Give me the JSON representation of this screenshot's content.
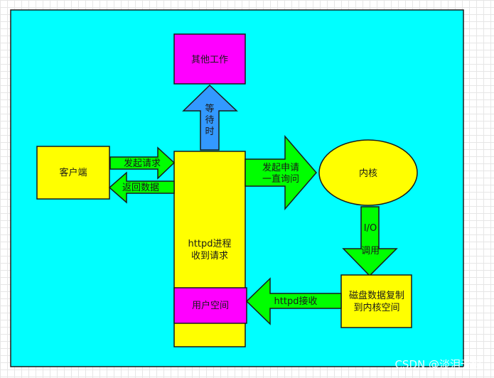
{
  "nodes": {
    "other_work": "其他工作",
    "wait": [
      "等",
      "待",
      "时"
    ],
    "client": "客户端",
    "send_request": "发起请求",
    "return_data": "返回数据",
    "httpd_line1": "httpd进程",
    "httpd_line2": "收到请求",
    "user_space": "用户空间",
    "apply_line1": "发起申请",
    "apply_line2": "一直询问",
    "kernel": "内核",
    "io_line1": "I/O",
    "io_line2": "调用",
    "disk_line1": "磁盘数据复制",
    "disk_line2": "到内核空间",
    "httpd_receive": "httpd接收"
  },
  "watermark": "CSDN @淡泪无痕",
  "colors": {
    "canvas": "#00ffff",
    "box_yellow": "#ffff00",
    "box_magenta": "#ff00ff",
    "arrow_green": "#00ff00",
    "arrow_blue": "#3399ff",
    "stroke": "#1a1a1a"
  }
}
